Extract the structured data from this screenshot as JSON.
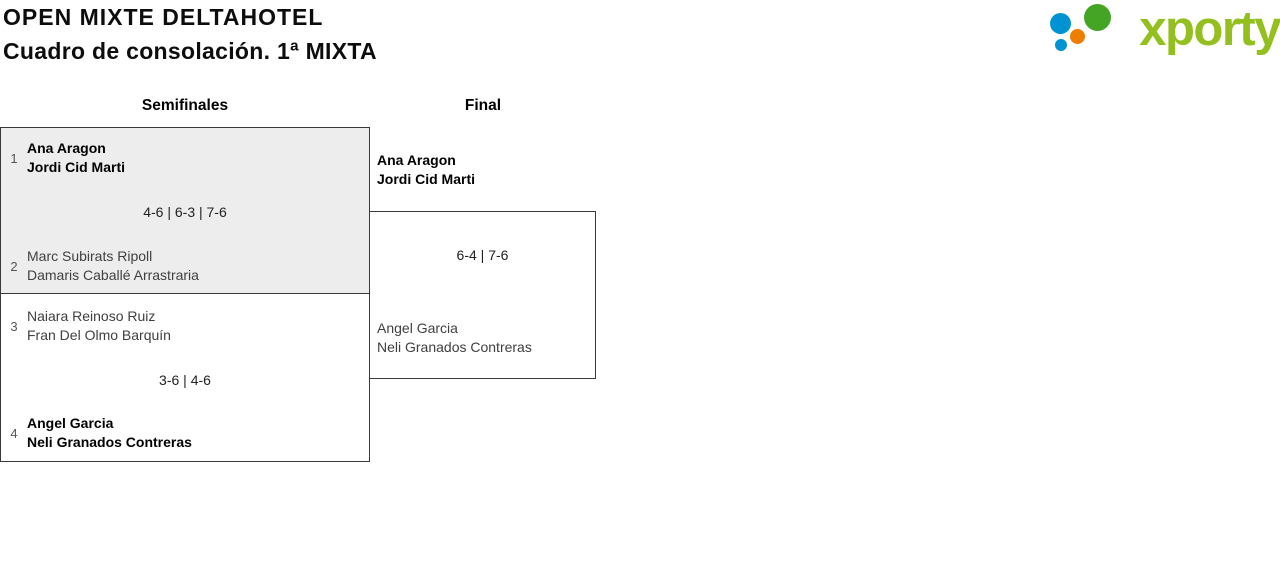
{
  "header": {
    "title": "OPEN MIXTE DELTAHOTEL",
    "subtitle": "Cuadro de consolación. 1ª MIXTA"
  },
  "logo": {
    "text": "xporty"
  },
  "rounds": {
    "semifinals_label": "Semifinales",
    "final_label": "Final"
  },
  "matches": {
    "semifinal1": {
      "team1": {
        "seed": "1",
        "player1": "Ana Aragon",
        "player2": "Jordi Cid Marti",
        "winner": true
      },
      "score": "4-6 | 6-3 | 7-6",
      "team2": {
        "seed": "2",
        "player1": "Marc Subirats Ripoll",
        "player2": "Damaris Caballé Arrastraria",
        "winner": false
      }
    },
    "semifinal2": {
      "team1": {
        "seed": "3",
        "player1": "Naiara Reinoso Ruiz",
        "player2": "Fran Del Olmo Barquín",
        "winner": false
      },
      "score": "3-6 | 4-6",
      "team2": {
        "seed": "4",
        "player1": "Angel Garcia",
        "player2": "Neli Granados Contreras",
        "winner": true
      }
    },
    "final": {
      "team1": {
        "player1": "Ana Aragon",
        "player2": "Jordi Cid Marti",
        "winner": true
      },
      "score": "6-4 | 7-6",
      "team2": {
        "player1": "Angel Garcia",
        "player2": "Neli Granados Contreras",
        "winner": false
      }
    }
  },
  "colors": {
    "brand_text_green": "#93c01f",
    "icon_green": "#44a524",
    "icon_blue": "#0093d3",
    "icon_orange": "#ee7d00",
    "match_alt_background": "#ededed",
    "border": "#3a3a3a"
  }
}
